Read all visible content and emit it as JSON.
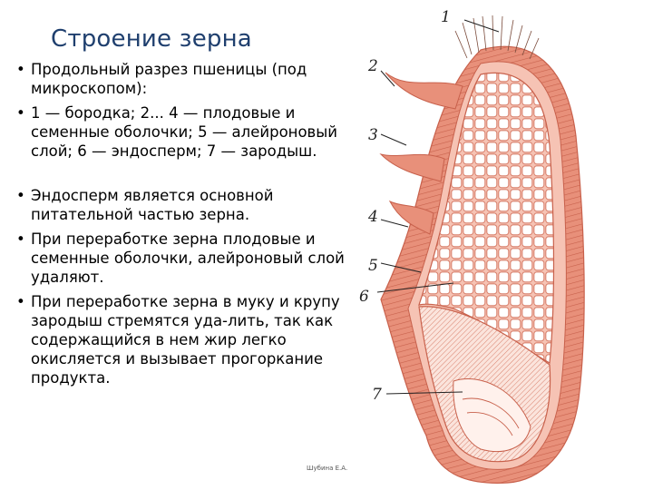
{
  "slide": {
    "title": "Строение зерна",
    "bullets_top": [
      "Продольный разрез пшеницы (под микроскопом):",
      "1 — бородка; 2... 4 — плодовые и семенные оболочки; 5 — алейроновый слой; 6 — эндосперм; 7 — зародыш."
    ],
    "bullets_bottom": [
      "Эндосперм является основной питательной частью зерна.",
      "При переработке зерна плодовые и семенные оболочки, алейроновый слой удаляют.",
      "При переработке зерна в муку и крупу зародыш стремятся уда-лить, так как содержащийся в нем жир легко окисляется и вызывает прогоркание продукта."
    ],
    "author": "Шубина Е.А."
  },
  "diagram": {
    "labels": [
      "1",
      "2",
      "3",
      "4",
      "5",
      "6",
      "7"
    ],
    "colors": {
      "tissue": "#e8907a",
      "tissue_dark": "#c8614c",
      "cell_line": "#d9826e",
      "embryo": "#f3b9a8"
    }
  }
}
